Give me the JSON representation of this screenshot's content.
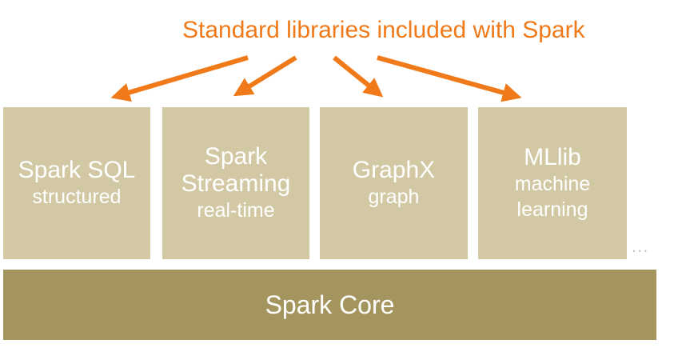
{
  "caption": "Standard libraries included with Spark",
  "colors": {
    "caption": "#f07a1a",
    "arrow": "#f07a1a",
    "library_box": "#d2c9a4",
    "core_box": "#a4955f",
    "box_text": "#ffffff",
    "ellipsis": "#c9c9c9"
  },
  "libraries": [
    {
      "title": [
        "Spark SQL"
      ],
      "subtitle": [
        "structured"
      ]
    },
    {
      "title": [
        "Spark",
        "Streaming"
      ],
      "subtitle": [
        "real-time"
      ]
    },
    {
      "title": [
        "GraphX"
      ],
      "subtitle": [
        "graph"
      ]
    },
    {
      "title": [
        "MLlib"
      ],
      "subtitle": [
        "machine",
        "learning"
      ]
    }
  ],
  "ellipsis": "...",
  "core": {
    "label": "Spark Core"
  }
}
